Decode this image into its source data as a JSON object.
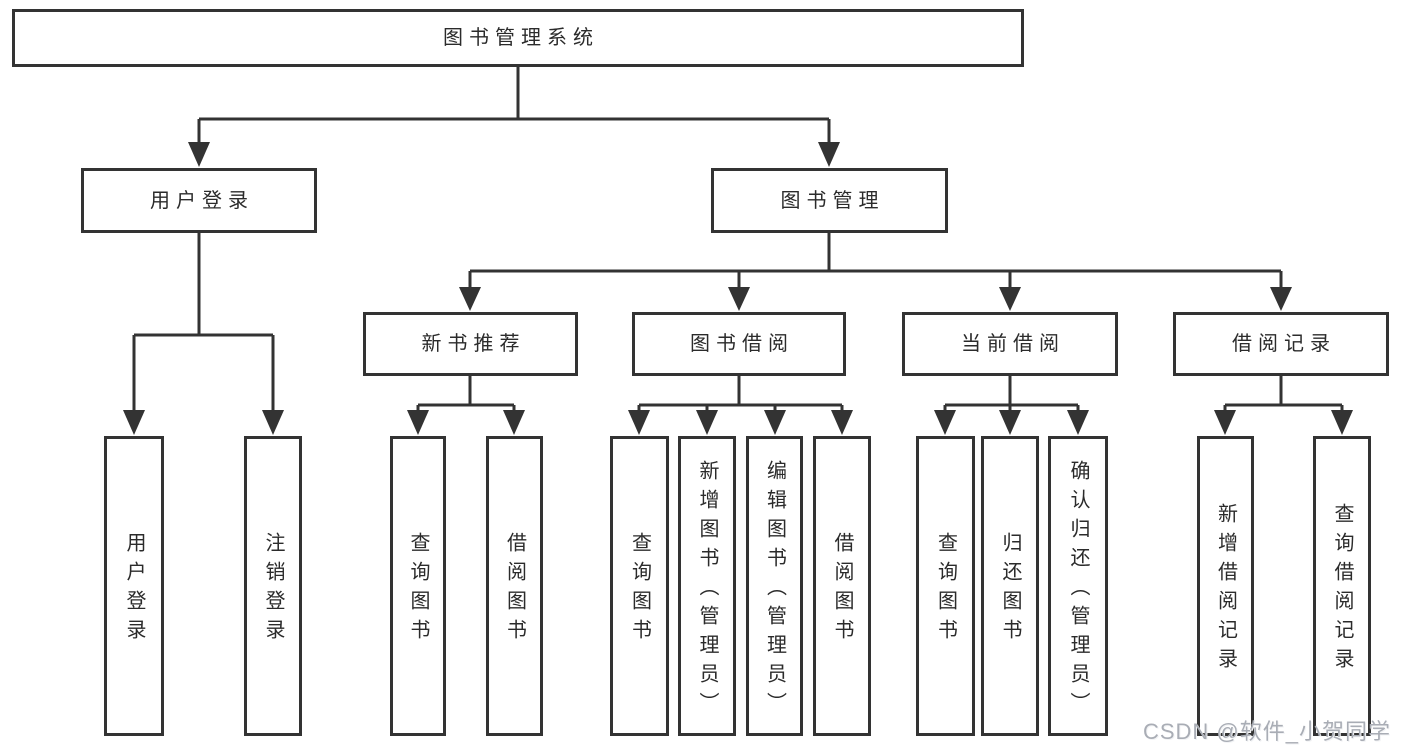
{
  "diagram": {
    "type": "tree",
    "colors": {
      "line": "#333333",
      "box_border": "#333333",
      "box_background": "#ffffff",
      "text": "#2b2b2b",
      "watermark": "#a9adb5",
      "page_background": "#ffffff"
    },
    "root": {
      "label": "图书管理系统"
    },
    "level2": [
      {
        "label": "用户登录",
        "parent": "图书管理系统"
      },
      {
        "label": "图书管理",
        "parent": "图书管理系统"
      }
    ],
    "level3": [
      {
        "label": "新书推荐",
        "parent": "图书管理"
      },
      {
        "label": "图书借阅",
        "parent": "图书管理"
      },
      {
        "label": "当前借阅",
        "parent": "图书管理"
      },
      {
        "label": "借阅记录",
        "parent": "图书管理"
      }
    ],
    "leaves": [
      {
        "label": "用户登录",
        "parent": "用户登录"
      },
      {
        "label": "注销登录",
        "parent": "用户登录"
      },
      {
        "label": "查询图书",
        "parent": "新书推荐"
      },
      {
        "label": "借阅图书",
        "parent": "新书推荐"
      },
      {
        "label": "查询图书",
        "parent": "图书借阅"
      },
      {
        "label": "新增图书（管理员）",
        "parent": "图书借阅"
      },
      {
        "label": "编辑图书（管理员）",
        "parent": "图书借阅"
      },
      {
        "label": "借阅图书",
        "parent": "图书借阅"
      },
      {
        "label": "查询图书",
        "parent": "当前借阅"
      },
      {
        "label": "归还图书",
        "parent": "当前借阅"
      },
      {
        "label": "确认归还（管理员）",
        "parent": "当前借阅"
      },
      {
        "label": "新增借阅记录",
        "parent": "借阅记录"
      },
      {
        "label": "查询借阅记录",
        "parent": "借阅记录"
      }
    ],
    "watermark": {
      "text": "CSDN @软件_小贺同学"
    }
  }
}
